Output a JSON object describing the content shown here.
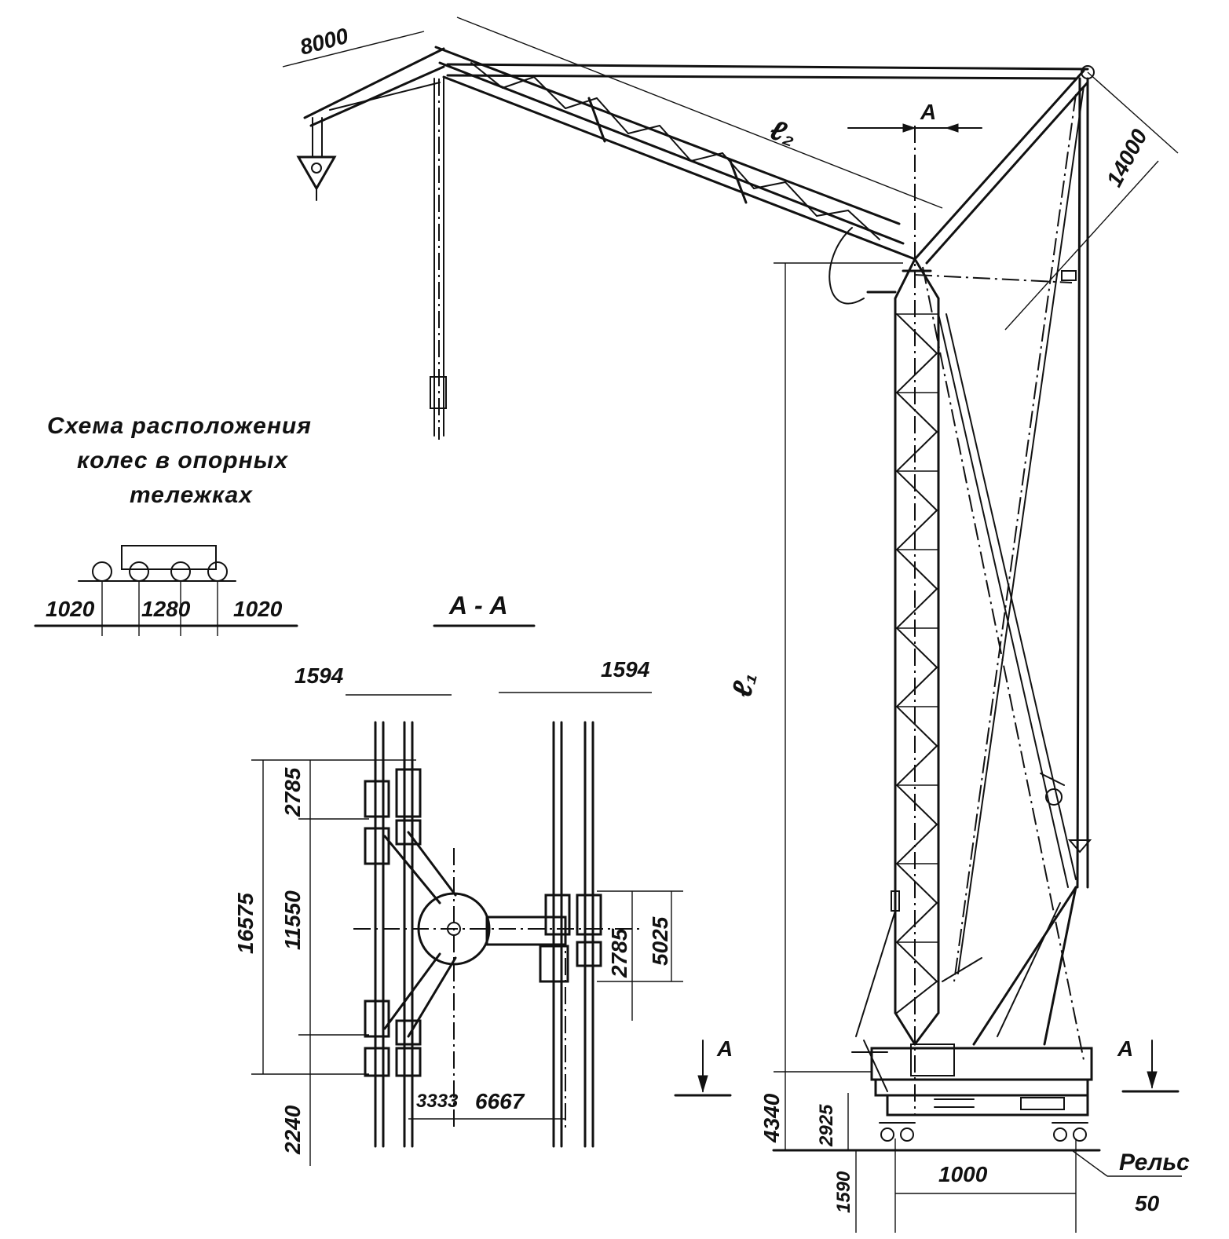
{
  "caption": {
    "line1": "Схема расположения",
    "line2": "колес в опорных",
    "line3": "тележках"
  },
  "section_label": "А - А",
  "section_marker": "А",
  "labels": {
    "l1": "ℓ₁",
    "l2": "ℓ₂",
    "rail": "Рельс",
    "rail_value": "50"
  },
  "dimensions": {
    "jib_8000": "8000",
    "boom_14000": "14000",
    "bogie_left": "1020",
    "bogie_mid": "1280",
    "bogie_right": "1020",
    "top_left_1594": "1594",
    "top_right_1594": "1594",
    "d2785_top": "2785",
    "d16575": "16575",
    "d11550": "11550",
    "d2240": "2240",
    "d3333": "3333",
    "d6667": "6667",
    "d5025": "5025",
    "d2785_right": "2785",
    "d4340": "4340",
    "d2925": "2925",
    "d1590": "1590",
    "d1000": "1000"
  }
}
